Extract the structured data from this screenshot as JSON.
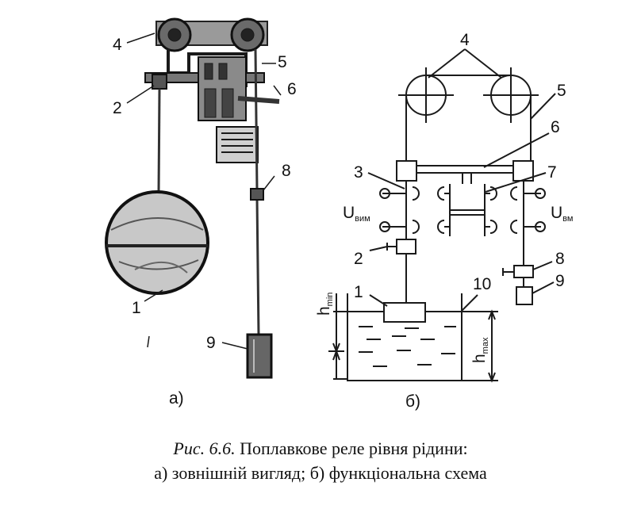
{
  "figure": {
    "caption_prefix": "Рис. 6.6.",
    "caption_title": "Поплавкове реле рівня рідини:",
    "caption_line2": "а) зовнішній вигляд;  б) функціональна схема"
  },
  "part_a": {
    "sublabel": "а)",
    "labels": [
      "4",
      "5",
      "2",
      "6",
      "8",
      "1",
      "9"
    ]
  },
  "part_b": {
    "sublabel": "б)",
    "labels": [
      "4",
      "5",
      "6",
      "3",
      "7",
      "2",
      "8",
      "9",
      "1",
      "10"
    ],
    "u_left": "U",
    "u_left_sub": "вим",
    "u_right": "U",
    "u_right_sub": "вм",
    "h_min": "h",
    "h_min_sub": "min",
    "h_max": "h",
    "h_max_sub": "max"
  }
}
